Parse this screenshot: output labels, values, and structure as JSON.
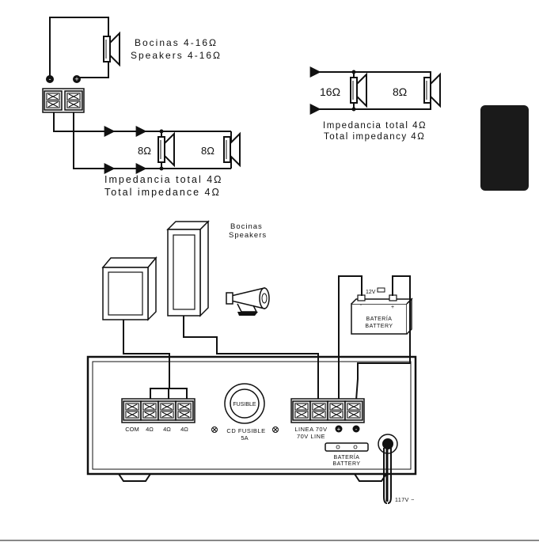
{
  "top_left": {
    "speaker_label_es": "Bocinas 4-16Ω",
    "speaker_label_en": "Speakers 4-16Ω",
    "minus_sign": "-",
    "plus_sign": "+",
    "ohm_a": "8Ω",
    "ohm_b": "8Ω",
    "impedance_es": "Impedancia total 4Ω",
    "impedance_en": "Total impedance 4Ω"
  },
  "top_right": {
    "ohm_a": "16Ω",
    "ohm_b": "8Ω",
    "impedance_es": "Impedancia total 4Ω",
    "impedance_en": "Total impedancy 4Ω"
  },
  "bottom": {
    "speakers_es": "Bocinas",
    "speakers_en": "Speakers",
    "battery_voltage": "12V",
    "battery_es": "BATERÍA",
    "battery_en": "BATTERY",
    "fuse_label": "FUSIBLE",
    "terminals_left": [
      "COM",
      "4Ω",
      "4Ω",
      "4Ω"
    ],
    "fuse_caption_1": "CD FUSIBLE",
    "fuse_caption_2": "5A",
    "line_es": "LINEA 70V",
    "line_en": "70V LINE",
    "plus_sign": "+",
    "minus_sign": "-",
    "battery_plate_es": "BATERÍA",
    "battery_plate_en": "BATTERY",
    "mains_label": "117V ~"
  },
  "colors": {
    "ink": "#111111",
    "tab": "#1a1a1a",
    "terminal_fill": "#d9d9d9"
  }
}
